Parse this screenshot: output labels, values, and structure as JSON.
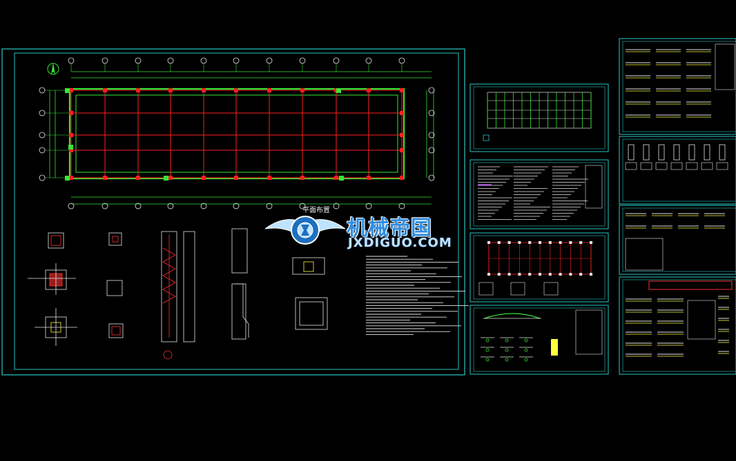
{
  "watermark": {
    "title": "机械帝国",
    "url": "JXDIGUO.COM",
    "logo": "gear-wing-logo"
  },
  "main_sheet": {
    "plan_title": "平面布置"
  },
  "colors": {
    "background": "#000000",
    "frame": "#27c7c7",
    "grid": "#ff2020",
    "wall": "#37e637",
    "text": "#e6e6e6",
    "axis_marker": "#e6e6e6",
    "accent_yellow": "#ffff40"
  }
}
